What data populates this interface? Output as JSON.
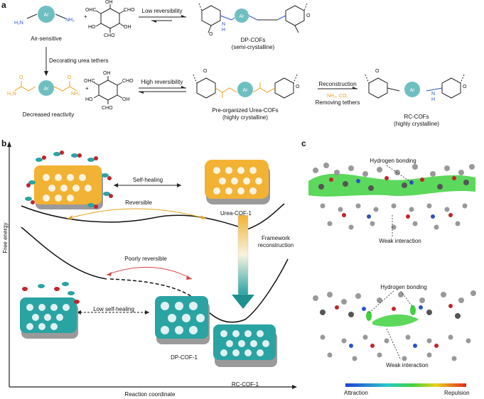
{
  "panels": {
    "a": "a",
    "b": "b",
    "c": "c"
  },
  "panel_a": {
    "ar": "Ar",
    "nh2": "NH₂",
    "h2n": "H₂N",
    "oh": "OH",
    "ho": "HO",
    "ohc": "OHC",
    "cho": "CHO",
    "plus": "+",
    "air_sensitive": "Air-sensitive",
    "low_reversibility": "Low reversibility",
    "dp_cofs": "DP-COFs",
    "dp_cofs_sub": "(semi-crystalline)",
    "decorating": "Decorating urea tethers",
    "decreased": "Decreased reactivity",
    "high_reversibility": "High reversibility",
    "preorg": "Pre-organized Urea-COFs",
    "preorg_sub": "(highly crystalline)",
    "reconstruction": "Reconstruction",
    "removing_reagents": "NH₃, CO₂",
    "removing": "Removing tethers",
    "rc_cofs": "RC-COFs",
    "rc_cofs_sub": "(highly crystalline)",
    "n_label": "N",
    "h_label": "H",
    "o_label": "O"
  },
  "panel_b": {
    "y_axis": "Free energy",
    "x_axis": "Reaction coordinate",
    "self_healing": "Self-healing",
    "reversible": "Reversible",
    "urea_cof": "Urea-COF-1",
    "framework_recon_1": "Framework",
    "framework_recon_2": "reconstruction",
    "poorly_reversible": "Poorly reversible",
    "low_self_healing": "Low self-healing",
    "dp_cof": "DP-COF-1",
    "rc_cof": "RC-COF-1"
  },
  "panel_c": {
    "hb_top": "Hydrogen bonding",
    "weak_top": "Weak interaction",
    "hb_bottom": "Hydrogen bonding",
    "weak_bottom": "Weak interaction",
    "attraction": "Attraction",
    "repulsion": "Repulsion"
  },
  "colors": {
    "ar_teal": "#6fbfc1",
    "urea_orange": "#e8a21f",
    "cof_yellow": "#f2b233",
    "cof_teal": "#2aa3a3",
    "green_surface": "#3fd13f",
    "poor_rev_red": "#d94545",
    "nitrogen_blue": "#2b53c7"
  }
}
